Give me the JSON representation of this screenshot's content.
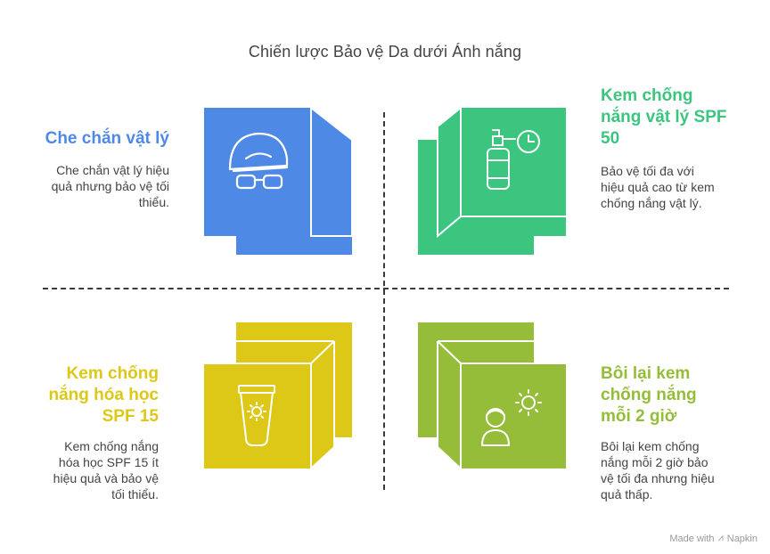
{
  "title": "Chiến lược Bảo vệ Da dưới Ánh nắng",
  "colors": {
    "blue": "#4f89e6",
    "green": "#3cc57f",
    "yellow": "#ddc818",
    "olive": "#95bd3a"
  },
  "quadrants": [
    {
      "id": "top-left",
      "heading": "Che chắn vật lý",
      "description": [
        "Che chắn vật lý hiệu",
        "quả nhưng bảo vệ tối",
        "thiểu."
      ],
      "icon": "hat-sunglasses-icon",
      "color": "#4f89e6"
    },
    {
      "id": "top-right",
      "heading": [
        "Kem chống",
        "nắng vật lý SPF",
        "50"
      ],
      "description": [
        "Bảo vệ tối đa với",
        "hiệu quả cao từ kem",
        "chống nắng vật lý."
      ],
      "icon": "spray-bottle-clock-icon",
      "color": "#3cc57f"
    },
    {
      "id": "bottom-left",
      "heading": [
        "Kem chống",
        "nắng hóa học",
        "SPF 15"
      ],
      "description": [
        "Kem chống nắng",
        "hóa học SPF 15 ít",
        "hiệu quả và bảo vệ",
        "tối thiểu."
      ],
      "icon": "sunscreen-tube-icon",
      "color": "#ddc818"
    },
    {
      "id": "bottom-right",
      "heading": [
        "Bôi lại kem",
        "chống nắng",
        "mỗi 2 giờ"
      ],
      "description": [
        "Bôi lại kem chống",
        "nắng mỗi 2 giờ bảo",
        "vệ tối đa nhưng hiệu",
        "quả thấp."
      ],
      "icon": "person-sun-icon",
      "color": "#95bd3a"
    }
  ],
  "footer": {
    "made_with": "Made with",
    "brand": "Napkin"
  }
}
